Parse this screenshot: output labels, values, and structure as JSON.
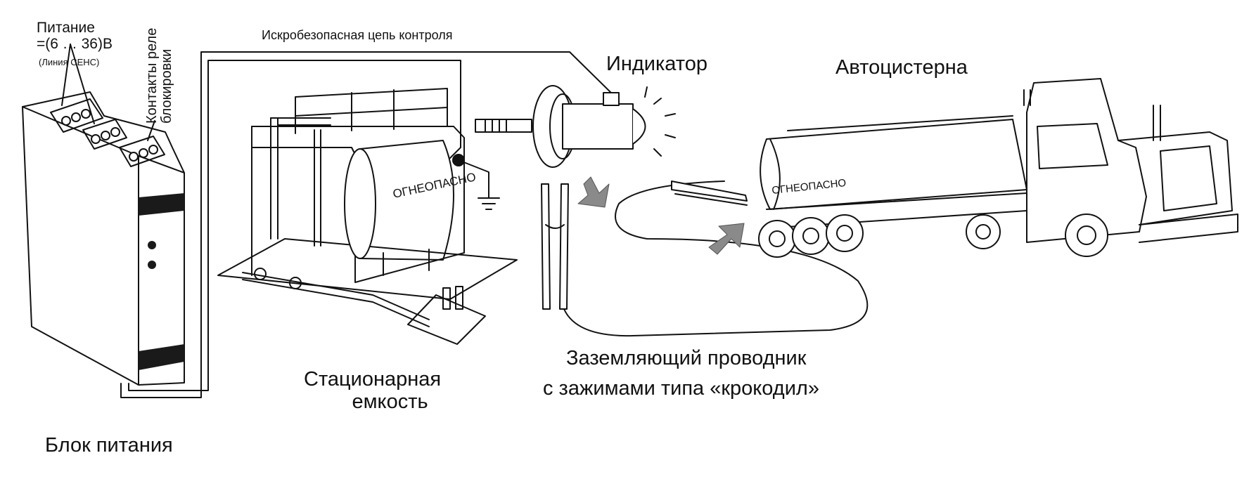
{
  "labels": {
    "power_title": "Питание",
    "power_voltage": "=(6 … 36)В",
    "power_line": "(Линия СЕНС)",
    "relay_line1": "Контакты реле",
    "relay_line2": "блокировки",
    "control_circuit": "Искробезопасная цепь контроля",
    "indicator": "Индикатор",
    "truck": "Автоцистерна",
    "tank_line1": "Стационарная",
    "tank_line2": "емкость",
    "power_block": "Блок питания",
    "conductor_line1": "Заземляющий проводник",
    "conductor_line2": "с зажимами типа «крокодил»",
    "tank_marking": "ОГНЕОПАСНО",
    "truck_marking": "ОГНЕОПАСНО"
  },
  "icons": {
    "ground": "ground-symbol-icon",
    "arrow": "grey-arrow-icon",
    "lamp": "indicator-lamp-icon"
  },
  "colors": {
    "line": "#111111",
    "arrow_fill": "#8a8a8a",
    "band": "#1a1a1a"
  }
}
